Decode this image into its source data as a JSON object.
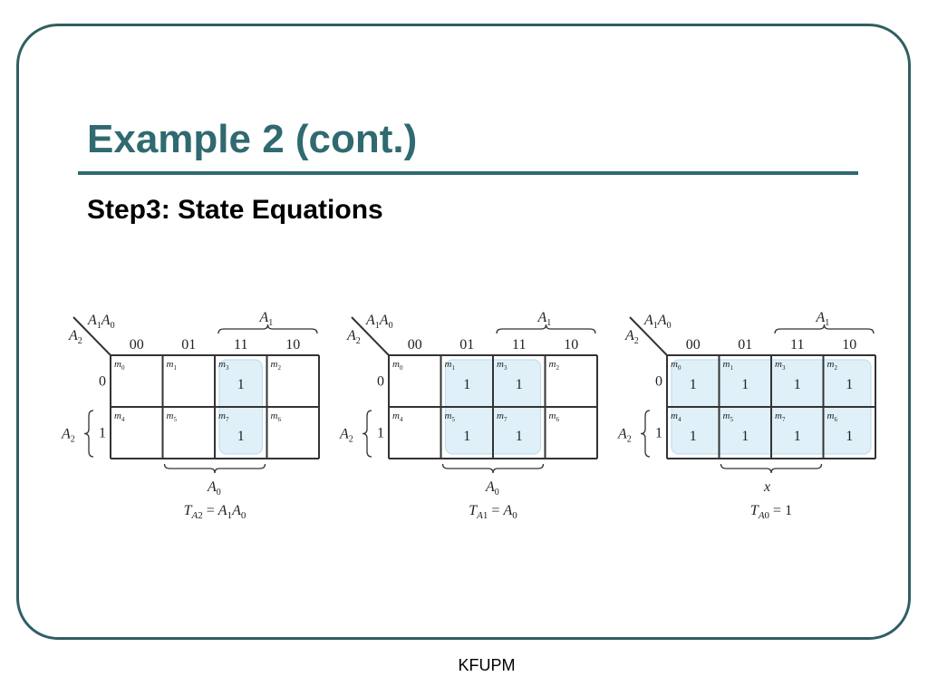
{
  "slide": {
    "title": "Example 2 (cont.)",
    "subtitle": "Step3: State Equations",
    "footer": "KFUPM"
  },
  "kmap_common": {
    "column_labels": [
      "00",
      "01",
      "11",
      "10"
    ],
    "row_labels": [
      "0",
      "1"
    ],
    "corner_top": [
      "A",
      "1",
      "A",
      "0"
    ],
    "corner_left": [
      "A",
      "2"
    ],
    "col_var": [
      "A",
      "1"
    ],
    "row_var": [
      "A",
      "2"
    ],
    "minterms": [
      [
        "m",
        "0"
      ],
      [
        "m",
        "1"
      ],
      [
        "m",
        "3"
      ],
      [
        "m",
        "2"
      ],
      [
        "m",
        "4"
      ],
      [
        "m",
        "5"
      ],
      [
        "m",
        "7"
      ],
      [
        "m",
        "6"
      ]
    ]
  },
  "kmaps": [
    {
      "ones": [
        "",
        "",
        "1",
        "",
        "",
        "",
        "1",
        ""
      ],
      "bottom_brace_label": [
        "A",
        "0"
      ],
      "equation": {
        "lhs": "T",
        "lhs_sub": "A2",
        "eq": " = ",
        "rhs": [
          "A",
          "1",
          "A",
          "0"
        ]
      }
    },
    {
      "ones": [
        "",
        "1",
        "1",
        "",
        "",
        "1",
        "1",
        ""
      ],
      "bottom_brace_label": [
        "A",
        "0"
      ],
      "equation": {
        "lhs": "T",
        "lhs_sub": "A1",
        "eq": " = ",
        "rhs": [
          "A",
          "0"
        ]
      }
    },
    {
      "ones": [
        "1",
        "1",
        "1",
        "1",
        "1",
        "1",
        "1",
        "1"
      ],
      "bottom_brace_label": [
        "x",
        ""
      ],
      "equation": {
        "lhs": "T",
        "lhs_sub": "A0",
        "eq": " = 1",
        "rhs": []
      }
    }
  ],
  "colors": {
    "frame": "#2f5f63",
    "title": "#2f6a70",
    "highlight_fill": "#dff0f8",
    "highlight_stroke": "#bfe0ef",
    "grid": "#333333"
  }
}
